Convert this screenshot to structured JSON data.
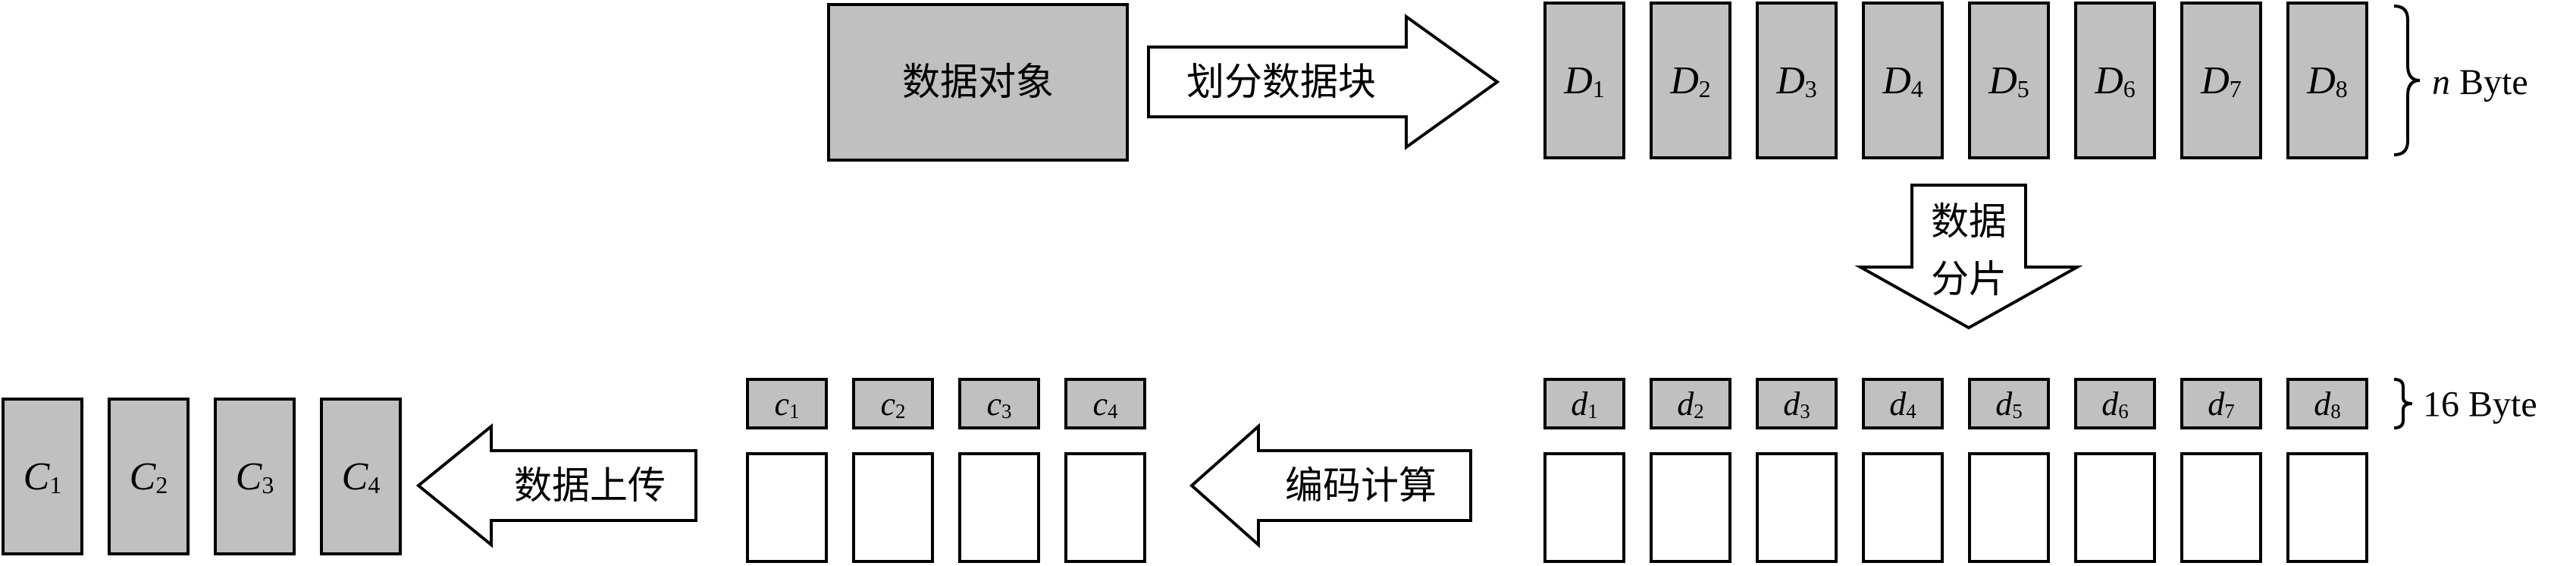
{
  "colors": {
    "fill": "#c0c0c0",
    "stroke": "#000000",
    "background": "#ffffff"
  },
  "source": {
    "label": "数据对象"
  },
  "arrows": {
    "split_blocks": "划分数据块",
    "shard_line1": "数据",
    "shard_line2": "分片",
    "encode": "编码计算",
    "upload": "数据上传"
  },
  "data_blocks": [
    {
      "letter": "D",
      "sub": "1"
    },
    {
      "letter": "D",
      "sub": "2"
    },
    {
      "letter": "D",
      "sub": "3"
    },
    {
      "letter": "D",
      "sub": "4"
    },
    {
      "letter": "D",
      "sub": "5"
    },
    {
      "letter": "D",
      "sub": "6"
    },
    {
      "letter": "D",
      "sub": "7"
    },
    {
      "letter": "D",
      "sub": "8"
    }
  ],
  "shards": [
    {
      "letter": "d",
      "sub": "1"
    },
    {
      "letter": "d",
      "sub": "2"
    },
    {
      "letter": "d",
      "sub": "3"
    },
    {
      "letter": "d",
      "sub": "4"
    },
    {
      "letter": "d",
      "sub": "5"
    },
    {
      "letter": "d",
      "sub": "6"
    },
    {
      "letter": "d",
      "sub": "7"
    },
    {
      "letter": "d",
      "sub": "8"
    }
  ],
  "coded_shards": [
    {
      "letter": "c",
      "sub": "1"
    },
    {
      "letter": "c",
      "sub": "2"
    },
    {
      "letter": "c",
      "sub": "3"
    },
    {
      "letter": "c",
      "sub": "4"
    }
  ],
  "coded_blocks": [
    {
      "letter": "C",
      "sub": "1"
    },
    {
      "letter": "C",
      "sub": "2"
    },
    {
      "letter": "C",
      "sub": "3"
    },
    {
      "letter": "C",
      "sub": "4"
    }
  ],
  "braces": {
    "top": {
      "var": "n",
      "unit": "Byte"
    },
    "bottom": {
      "text": "16 Byte"
    }
  }
}
